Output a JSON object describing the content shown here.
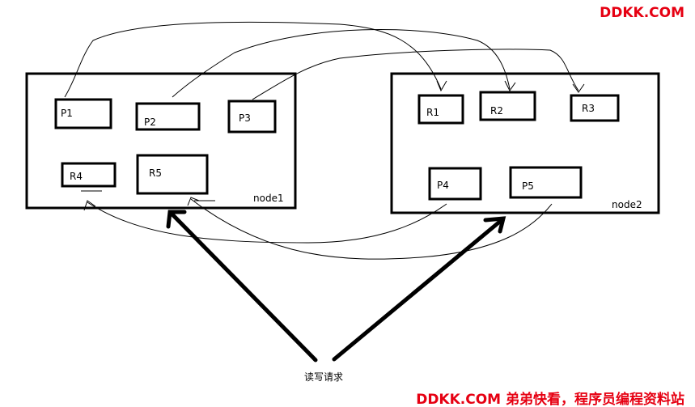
{
  "nodes": [
    {
      "label": "node1"
    },
    {
      "label": "node2"
    }
  ],
  "shards": {
    "P1": "P1",
    "P2": "P2",
    "P3": "P3",
    "R4": "R4",
    "R5": "R5",
    "R1": "R1",
    "R2": "R2",
    "R3": "R3",
    "P4": "P4",
    "P5": "P5"
  },
  "request_label": "读写请求",
  "watermark_top": "DDKK.COM",
  "watermark_bottom": "DDKK.COM 弟弟快看，程序员编程资料站",
  "colors": {
    "line": "#000000",
    "watermark": "#e60012"
  }
}
